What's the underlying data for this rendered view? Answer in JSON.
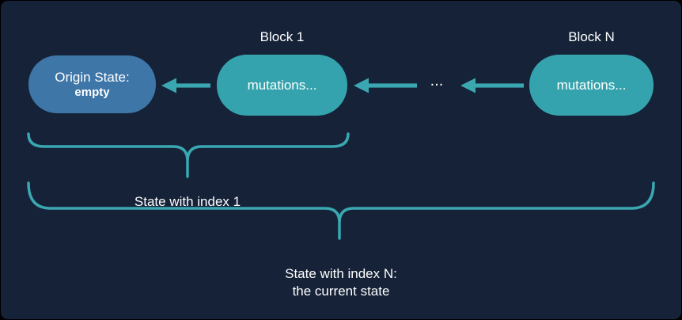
{
  "colors": {
    "background": "#152238",
    "node_teal": "#35a3ad",
    "node_blue": "#3e76a8",
    "accent_teal": "#3aa7b1",
    "text": "#ffffff"
  },
  "headers": {
    "block1": "Block 1",
    "blockN": "Block N"
  },
  "nodes": {
    "origin_line1": "Origin State:",
    "origin_line2": "empty",
    "block1": "mutations...",
    "blockN": "mutations..."
  },
  "ellipsis": "...",
  "annotations": {
    "index1": "State with index 1",
    "indexN_line1": "State with index N:",
    "indexN_line2": "the current state"
  }
}
